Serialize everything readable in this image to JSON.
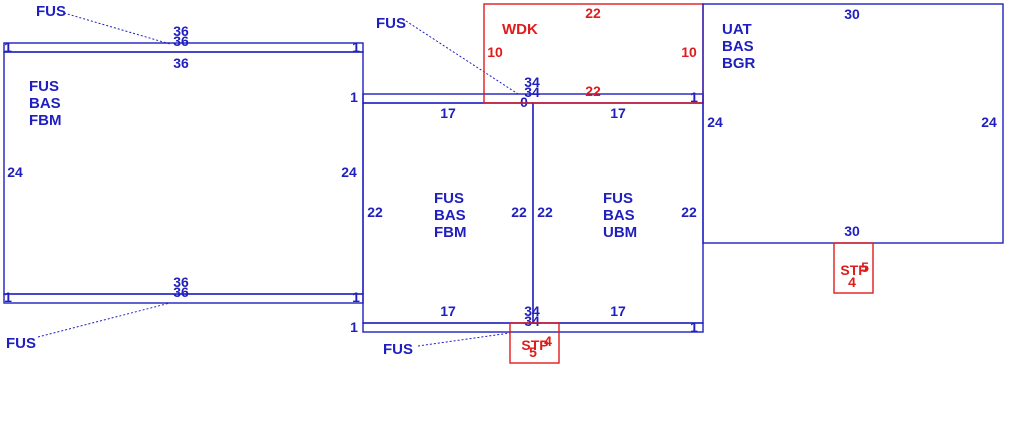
{
  "colors": {
    "blue": "#1f1fbf",
    "red": "#e01b1b",
    "background": "#ffffff"
  },
  "labels": {
    "fus": "FUS",
    "bas": "BAS",
    "fbm": "FBM",
    "ubm": "UBM",
    "uat": "UAT",
    "bgr": "BGR",
    "wdk": "WDK",
    "stp": "STP"
  },
  "dims": {
    "d36": "36",
    "d34": "34",
    "d30": "30",
    "d24": "24",
    "d22": "22",
    "d17": "17",
    "d10": "10",
    "d5": "5",
    "d4": "4",
    "d1": "1",
    "d0": "0"
  }
}
